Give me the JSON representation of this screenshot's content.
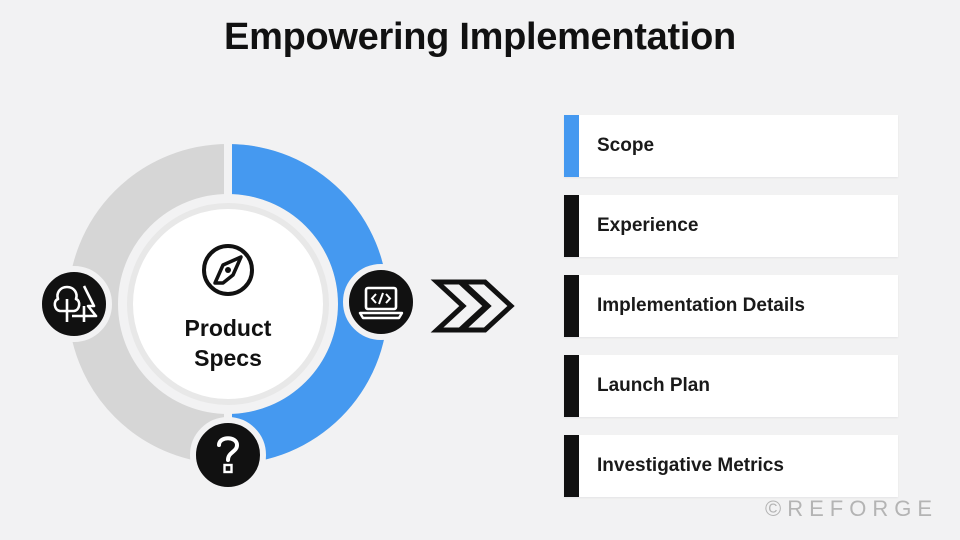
{
  "title": "Empowering Implementation",
  "center": {
    "icon": "compass-icon",
    "line1": "Product",
    "line2": "Specs"
  },
  "ring": {
    "highlight_fraction": 0.5,
    "colors": {
      "highlight": "#4599f0",
      "base": "#d6d6d6",
      "inner": "#ffffff",
      "icon_bg": "#111111"
    }
  },
  "icons": [
    "trees-icon",
    "laptop-code-icon",
    "question-mark-icon",
    "double-chevron-icon"
  ],
  "list": {
    "items": [
      {
        "label": "Scope",
        "active": true
      },
      {
        "label": "Experience",
        "active": false
      },
      {
        "label": "Implementation Details",
        "active": false
      },
      {
        "label": "Launch Plan",
        "active": false
      },
      {
        "label": "Investigative Metrics",
        "active": false
      }
    ]
  },
  "watermark": "©REFORGE"
}
